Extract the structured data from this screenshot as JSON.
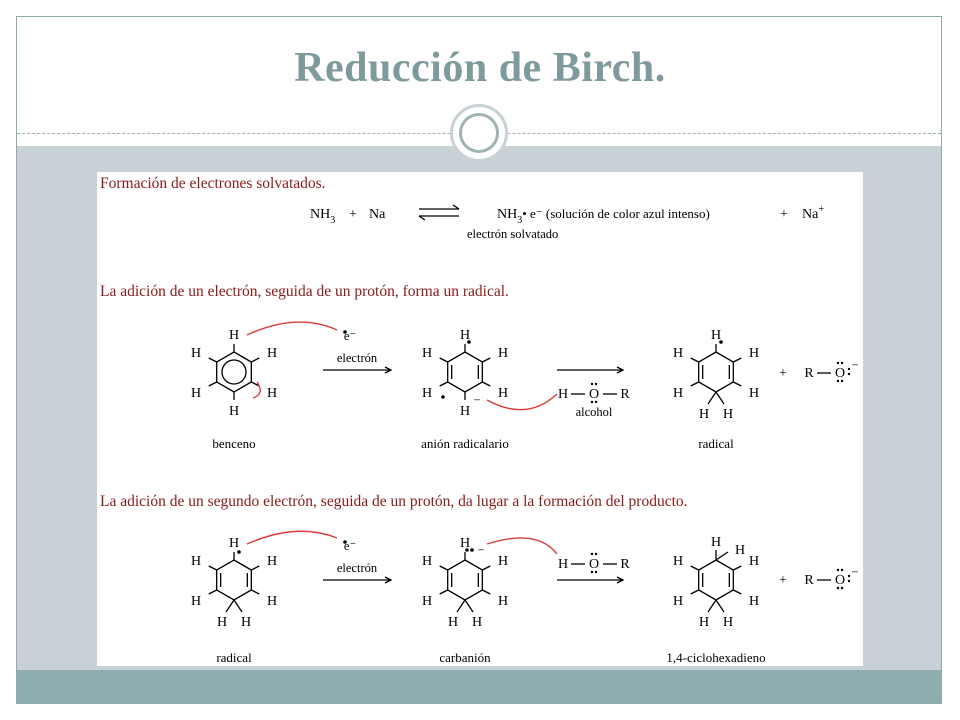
{
  "slide": {
    "title": "Reducción de Birch."
  },
  "section1": {
    "heading": "Formación de electrones solvatados.",
    "eq_left": "NH",
    "eq_left_sub": "3",
    "plus": "+",
    "na": "Na",
    "eq_right_nh": "NH",
    "eq_right_sub": "3",
    "eq_right_rest": "• e⁻ (solución de color azul intenso)",
    "na_plus": "Na",
    "na_plus_sup": "+",
    "caption": "electrón solvatado"
  },
  "section2": {
    "heading": "La adición de un electrón, seguida de un protón, forma un radical.",
    "electron_symbol": "e⁻",
    "electron_label": "electrón",
    "alcohol_label": "alcohol",
    "alkoxide": "R — Ö:⁻",
    "labels": [
      "benceno",
      "anión radicalario",
      "radical"
    ]
  },
  "section3": {
    "heading": "La adición de un segundo electrón, seguida de un protón, da lugar a la formación del producto.",
    "electron_symbol": "e⁻",
    "electron_label": "electrón",
    "alkoxide": "R — Ö:⁻",
    "labels": [
      "radical",
      "carbanión",
      "1,4-ciclohexadieno"
    ]
  },
  "chem": {
    "H": "H",
    "O": "O",
    "R": "R",
    "plus": "+",
    "dot": "•",
    "minus": "−"
  },
  "colors": {
    "title": "#7f9a9c",
    "band": "#c8d2d6",
    "footer": "#8fadae",
    "heading_red": "#8a1a1a",
    "arrow_red": "#d93a3a"
  }
}
